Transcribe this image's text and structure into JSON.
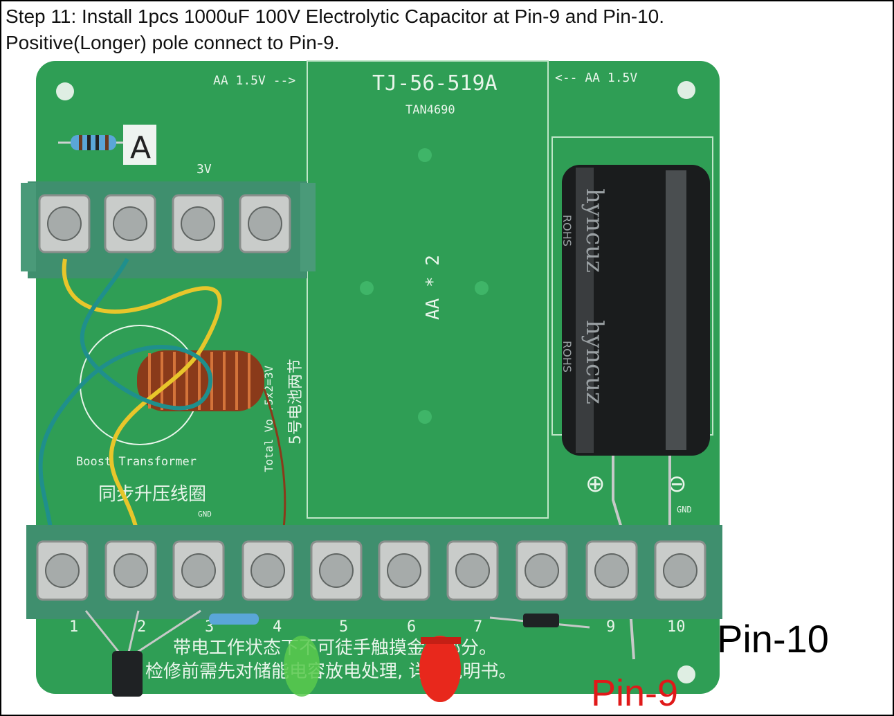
{
  "caption": {
    "line1": "Step 11: Install 1pcs 1000uF 100V Electrolytic Capacitor at Pin-9 and Pin-10.",
    "line2": "Positive(Longer) pole connect to Pin-9."
  },
  "labels": {
    "pin10": "Pin-10",
    "pin9": "Pin-9"
  },
  "board": {
    "model": "TJ-56-519A",
    "code": "TAN4690",
    "battery_left": "AA 1.5V -->",
    "battery_right": "<-- AA 1.5V",
    "battery_count": "AA * 2",
    "marker": "A",
    "voltage": "3V",
    "gnd": "GND",
    "total_voltage": "Total Vo  .5x2=3V",
    "cn_battery": "5号电池两节",
    "transformer_en": "Boost Transformer",
    "transformer_cn": "同步升压线圈",
    "warning_line1": "带电工作状态下不可徒手触摸金属部分。",
    "warning_line2": "检修前需先对储能电容放电处理, 详见说明书。",
    "pins": [
      "1",
      "2",
      "3",
      "4",
      "5",
      "6",
      "7",
      "9",
      "10"
    ],
    "plus_symbol": "⊕",
    "minus_symbol": "⊖"
  },
  "capacitor": {
    "brand": "hyncuz",
    "mark": "ROHS"
  },
  "colors": {
    "pcb": "#2f9e55",
    "terminal": "#3f8f6e",
    "pin9_label": "#e01919",
    "led_green": "#59c94e",
    "led_red": "#e8281c"
  }
}
